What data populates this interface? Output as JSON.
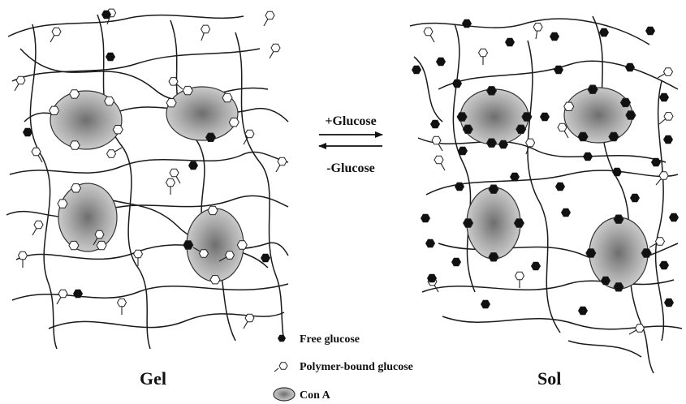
{
  "panels": {
    "left_label": "Gel",
    "right_label": "Sol"
  },
  "reaction": {
    "forward_label": "+Glucose",
    "reverse_label": "-Glucose"
  },
  "legend": {
    "items": [
      {
        "icon": "free-glucose-icon",
        "label": "Free glucose"
      },
      {
        "icon": "polymer-bound-glucose-icon",
        "label": "Polymer-bound glucose"
      },
      {
        "icon": "con-a-icon",
        "label": "Con A"
      }
    ]
  }
}
